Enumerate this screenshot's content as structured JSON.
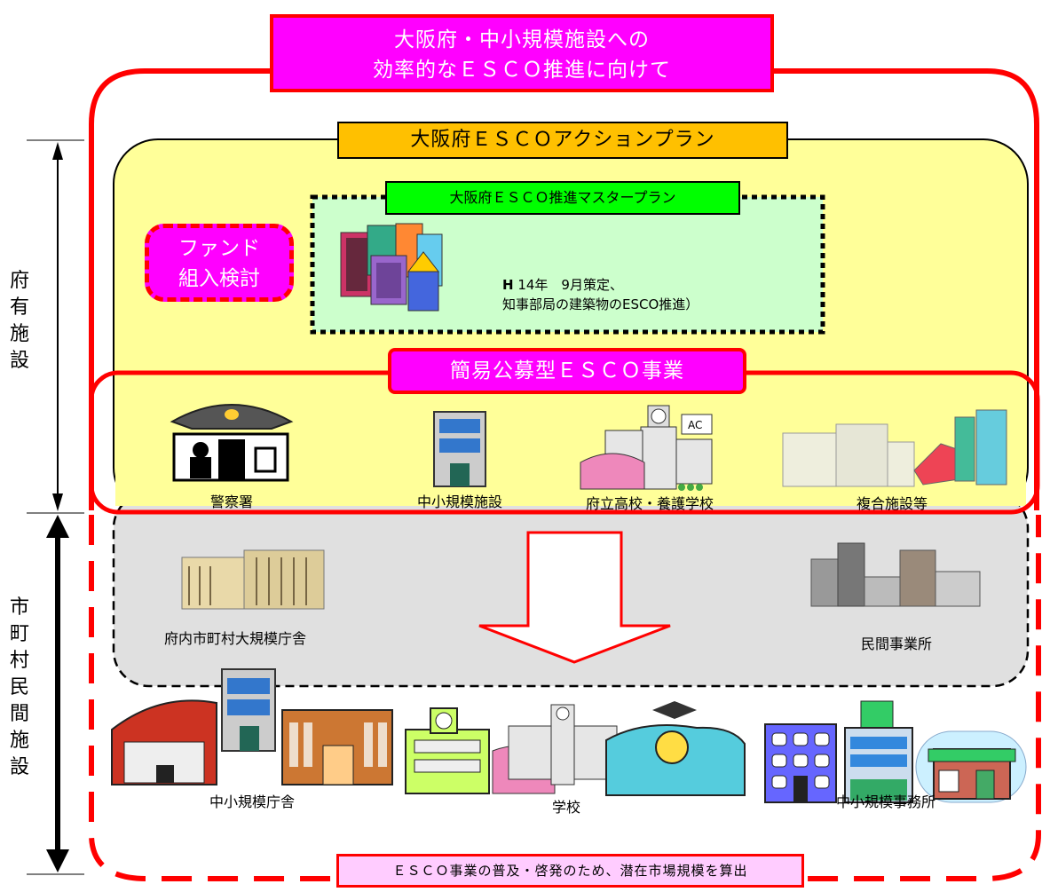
{
  "header": {
    "line1": "大阪府・中小規模施設への",
    "line2": "効率的なＥＳＣＯ推進に向けて",
    "color": "#ff00ff"
  },
  "action_plan": {
    "label": "大阪府ＥＳＣＯアクションプラン",
    "color": "#ffc000"
  },
  "master_plan": {
    "label": "大阪府ＥＳＣＯ推進マスタープラン",
    "color": "#00ff00",
    "note_bold": "H",
    "note_line1": " 14年　9月策定、",
    "note_line2": "知事部局の建築物のESCO推進）"
  },
  "fund": {
    "line1": "ファンド",
    "line2": "組入検討",
    "color": "#ff00ff"
  },
  "simple_esco": {
    "label": "簡易公募型ＥＳＣＯ事業",
    "color": "#ff00ff"
  },
  "facilities": {
    "police": "警察署",
    "small": "中小規模施設",
    "school": "府立高校・養護学校",
    "complex": "複合施設等"
  },
  "private_area": {
    "municipal": "府内市町村大規模庁舎",
    "private_office": "民間事業所"
  },
  "bottom_row": {
    "gov": "中小規模庁舎",
    "school": "学校",
    "office": "中小規模事務所"
  },
  "footer": {
    "label": "ＥＳＣＯ事業の普及・啓発のため、潜在市場規模を算出",
    "color": "#ffccff"
  },
  "side": {
    "top": [
      "府",
      "有",
      "施",
      "設"
    ],
    "bottom": [
      "市",
      "町",
      "村",
      "民",
      "間",
      "施",
      "設"
    ]
  },
  "colors": {
    "frame_red": "#ff0000",
    "yellow_panel": "#ffff99",
    "green_panel": "#ccffcc",
    "gray_panel": "#e0e0e0"
  }
}
